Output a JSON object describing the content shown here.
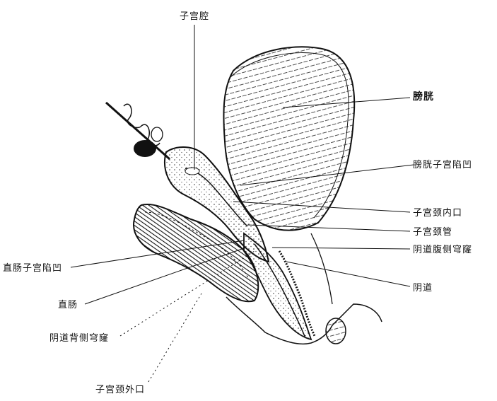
{
  "labels": {
    "uterine_cavity": "子宫腔",
    "bladder": "膀胱",
    "vesicouterine_pouch": "膀胱子宫陷凹",
    "internal_os": "子宫颈内口",
    "cervical_canal": "子宫颈管",
    "anterior_fornix": "阴道腹侧穹窿",
    "vagina": "阴道",
    "rectouterine_pouch": "直肠子宫陷凹",
    "rectum": "直肠",
    "posterior_fornix": "阴道背侧穹窿",
    "external_os": "子宫颈外口"
  },
  "colors": {
    "ink": "#111111",
    "paper": "#ffffff"
  }
}
